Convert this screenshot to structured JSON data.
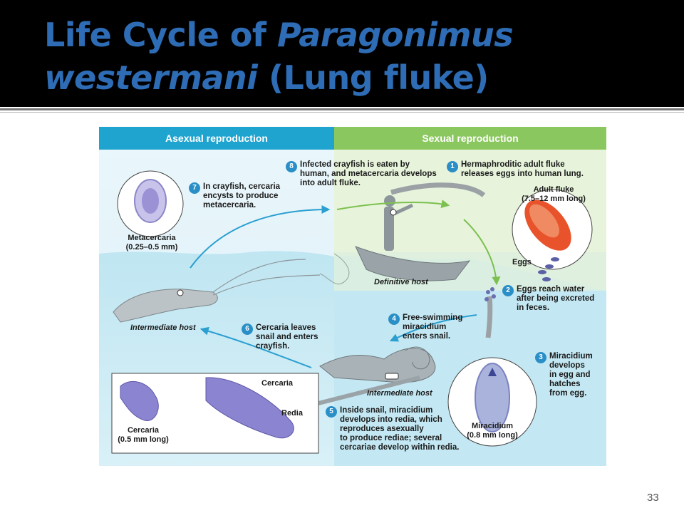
{
  "slide": {
    "title_line1_prefix": "Life Cycle of ",
    "title_line1_italic": "Paragonimus",
    "title_line2_italic": "westermani",
    "title_line2_suffix": " (Lung fluke)",
    "page_number": "33"
  },
  "diagram": {
    "header_asexual": "Asexual reproduction",
    "header_sexual": "Sexual reproduction",
    "steps": [
      {
        "num": "1",
        "lines": [
          "Hermaphroditic adult fluke",
          "releases eggs into human lung."
        ]
      },
      {
        "num": "2",
        "lines": [
          "Eggs reach water",
          "after being excreted",
          "in feces."
        ]
      },
      {
        "num": "3",
        "lines": [
          "Miracidium",
          "develops",
          "in egg and",
          "hatches",
          "from egg."
        ]
      },
      {
        "num": "4",
        "lines": [
          "Free-swimming",
          "miracidium",
          "enters snail."
        ]
      },
      {
        "num": "5",
        "lines": [
          "Inside snail, miracidium",
          "develops into redia, which",
          "reproduces asexually",
          "to produce rediae; several",
          "cercariae develop within redia."
        ]
      },
      {
        "num": "6",
        "lines": [
          "Cercaria leaves",
          "snail and enters",
          "crayfish."
        ]
      },
      {
        "num": "7",
        "lines": [
          "In crayfish, cercaria",
          "encysts to produce",
          "metacercaria."
        ]
      },
      {
        "num": "8",
        "lines": [
          "Infected crayfish is eaten by",
          "human, and metacercaria develops",
          "into adult fluke."
        ]
      }
    ],
    "labels": {
      "adult_fluke": [
        "Adult fluke",
        "(7.5–12 mm long)"
      ],
      "eggs": "Eggs",
      "metacercaria": [
        "Metacercaria",
        "(0.25–0.5 mm)"
      ],
      "miracidium": [
        "Miracidium",
        "(0.8 mm long)"
      ],
      "cercaria_small": [
        "Cercaria",
        "(0.5 mm long)"
      ],
      "cercaria_in_redia": "Cercaria",
      "redia": "Redia",
      "definitive_host": "Definitive host",
      "intermediate_host_crayfish": "Intermediate host",
      "intermediate_host_snail": "Intermediate host"
    }
  },
  "colors": {
    "title": "#2e6db5",
    "asexual_band": "#1fa3cf",
    "sexual_band": "#8bc75f",
    "step_number": "#2a8fc7",
    "arrow_blue": "#2a9fd0",
    "arrow_green": "#7cc04f"
  }
}
